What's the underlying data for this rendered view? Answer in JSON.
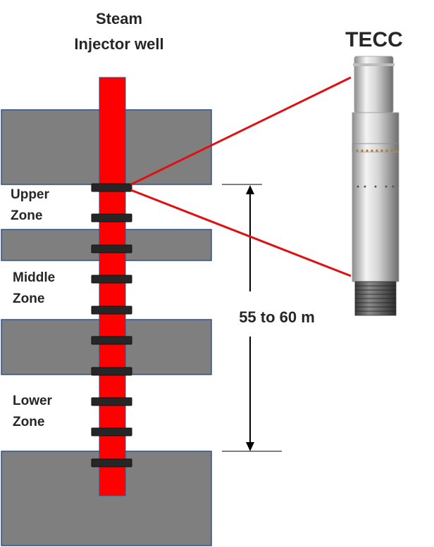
{
  "title": {
    "line1": "Steam",
    "line2": "Injector well"
  },
  "tool_label": "TECC",
  "zones": [
    {
      "line1": "Upper",
      "line2": "Zone"
    },
    {
      "line1": "Middle",
      "line2": "Zone"
    },
    {
      "line1": "Lower",
      "line2": "Zone"
    }
  ],
  "span_label": "55 to 60 m",
  "colors": {
    "rock": "#7f7f7f",
    "rock_border": "#2f528f",
    "well": "#ff0000",
    "packer": "#262626",
    "leader": "#e01010"
  }
}
